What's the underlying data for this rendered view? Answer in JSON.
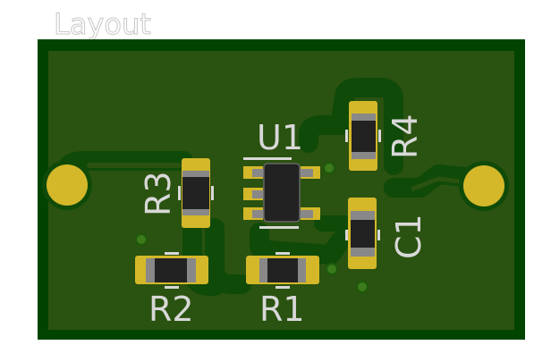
{
  "header": {
    "title": "Layout"
  },
  "board": {
    "colors": {
      "board_edge": "#004400",
      "copper_pour": "#2a5210",
      "clearance": "#0f4a08",
      "pad": "#d4b82a",
      "body": "#222222",
      "body_end": "#888888",
      "silkscreen": "#d8d8d8",
      "via": "#3c7a1c"
    },
    "components": [
      {
        "ref": "U1",
        "type": "SOT-23-5"
      },
      {
        "ref": "R1",
        "type": "resistor"
      },
      {
        "ref": "R2",
        "type": "resistor"
      },
      {
        "ref": "R3",
        "type": "resistor"
      },
      {
        "ref": "R4",
        "type": "resistor"
      },
      {
        "ref": "C1",
        "type": "capacitor"
      }
    ],
    "pads": [
      {
        "name": "left-through-hole-pad"
      },
      {
        "name": "right-through-hole-pad"
      }
    ]
  }
}
